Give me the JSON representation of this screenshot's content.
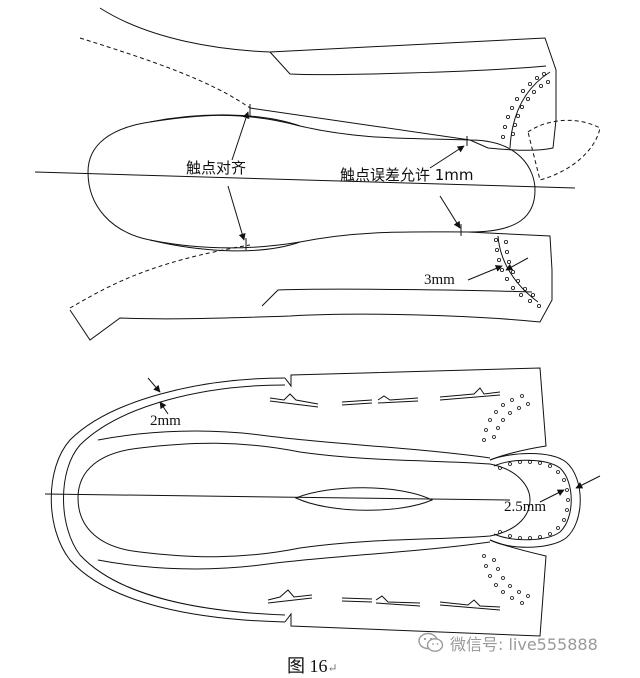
{
  "labels": {
    "touch_align": "触点对齐",
    "touch_error": "触点误差允许 1mm",
    "gap_3mm": "3mm",
    "gap_2mm": "2mm",
    "gap_2_5mm": "2.5mm"
  },
  "watermark": {
    "text": "微信号: live555888",
    "icon": "wechat-icon"
  },
  "caption": {
    "text": "图 16",
    "mark": "↵"
  },
  "colors": {
    "line": "#111111",
    "watermark": "#9a9a9a"
  }
}
